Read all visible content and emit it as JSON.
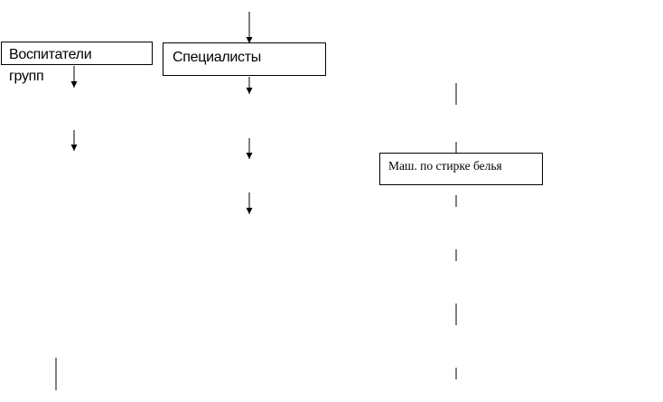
{
  "nodes": {
    "educators": {
      "line1": "Воспитатели",
      "line2": "групп"
    },
    "specialists": {
      "label": "Специалисты"
    },
    "laundry": {
      "label": "Маш. по стирке белья"
    }
  },
  "colors": {
    "line": "#000000",
    "border": "#000000",
    "background": "#ffffff"
  }
}
